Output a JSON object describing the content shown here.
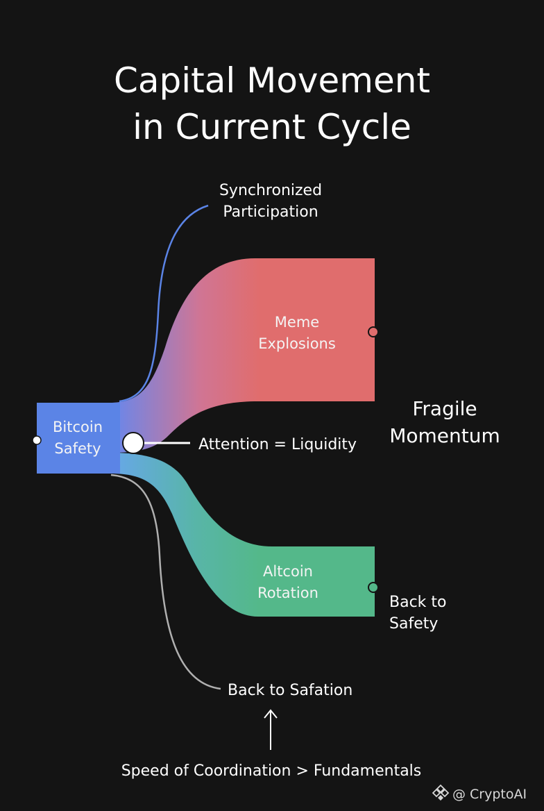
{
  "title": {
    "line1": "Capital Movement",
    "line2": "in Current Cycle"
  },
  "nodes": {
    "bitcoin": {
      "line1": "Bitcoin",
      "line2": "Safety",
      "color": "#5b84e6"
    },
    "meme": {
      "line1": "Meme",
      "line2": "Explosions",
      "color": "#e06d6d"
    },
    "altcoin": {
      "line1": "Altcoin",
      "line2": "Rotation",
      "color": "#54b88a"
    }
  },
  "annotations": {
    "synchronized": {
      "line1": "Synchronized",
      "line2": "Participation"
    },
    "attention": "Attention = Liquidity",
    "fragile": {
      "line1": "Fragile",
      "line2": "Momentum"
    },
    "back_to_safety": {
      "line1": "Back to",
      "line2": "Safety"
    },
    "back_to_safation": "Back to Safation",
    "speed": "Speed of Coordination > Fundamentals"
  },
  "watermark": {
    "text": "@ CryptoAI",
    "icon": "binance-diamond-icon"
  },
  "colors": {
    "background": "#141414",
    "blue_line": "#5b84e6",
    "gray_line": "#b0b0b0",
    "red": "#e06d6d",
    "green": "#54b88a"
  }
}
